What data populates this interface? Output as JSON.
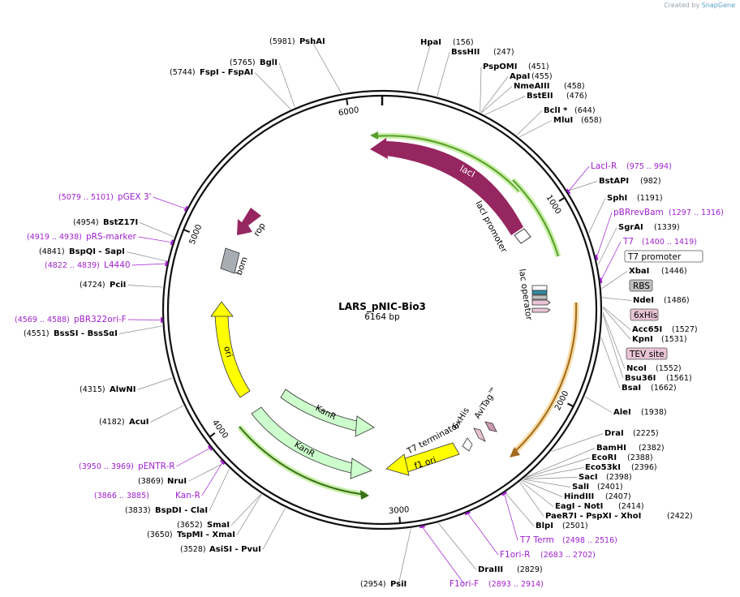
{
  "credit": {
    "prefix": "Created by",
    "brand": "SnapGene"
  },
  "plasmid": {
    "name": "LARS_pNIC-Bio3",
    "size": "6164 bp",
    "length": 6164
  },
  "ticks": [
    {
      "bp": 1000,
      "label": "1000"
    },
    {
      "bp": 2000,
      "label": "2000"
    },
    {
      "bp": 3000,
      "label": "3000"
    },
    {
      "bp": 4000,
      "label": "4000"
    },
    {
      "bp": 5000,
      "label": "5000"
    },
    {
      "bp": 6000,
      "label": "6000"
    }
  ],
  "enzymes": [
    {
      "name": "HpaI",
      "pos": "(156)",
      "bp": 156
    },
    {
      "name": "BssHII",
      "pos": "(247)",
      "bp": 247
    },
    {
      "name": "PspOMI",
      "pos": "(451)",
      "bp": 451
    },
    {
      "name": "ApaI",
      "pos": "(455)",
      "bp": 455
    },
    {
      "name": "NmeAIII",
      "pos": "(458)",
      "bp": 458
    },
    {
      "name": "BstEII",
      "pos": "(476)",
      "bp": 476
    },
    {
      "name": "BclI *",
      "pos": "(644)",
      "bp": 644
    },
    {
      "name": "MluI",
      "pos": "(658)",
      "bp": 658
    },
    {
      "name": "BstAPI",
      "pos": "(982)",
      "bp": 982
    },
    {
      "name": "SphI",
      "pos": "(1191)",
      "bp": 1191
    },
    {
      "name": "SgrAI",
      "pos": "(1339)",
      "bp": 1339
    },
    {
      "name": "XbaI",
      "pos": "(1446)",
      "bp": 1446
    },
    {
      "name": "NdeI",
      "pos": "(1486)",
      "bp": 1486
    },
    {
      "name": "Acc65I",
      "pos": "(1527)",
      "bp": 1527
    },
    {
      "name": "KpnI",
      "pos": "(1531)",
      "bp": 1531
    },
    {
      "name": "NcoI",
      "pos": "(1552)",
      "bp": 1552
    },
    {
      "name": "Bsu36I",
      "pos": "(1561)",
      "bp": 1561
    },
    {
      "name": "BsaI",
      "pos": "(1662)",
      "bp": 1662
    },
    {
      "name": "AleI",
      "pos": "(1938)",
      "bp": 1938
    },
    {
      "name": "DraI",
      "pos": "(2225)",
      "bp": 2225
    },
    {
      "name": "BamHI",
      "pos": "(2382)",
      "bp": 2382
    },
    {
      "name": "EcoRI",
      "pos": "(2388)",
      "bp": 2388
    },
    {
      "name": "Eco53kI",
      "pos": "(2396)",
      "bp": 2396
    },
    {
      "name": "SacI",
      "pos": "(2398)",
      "bp": 2398
    },
    {
      "name": "SalI",
      "pos": "(2401)",
      "bp": 2401
    },
    {
      "name": "HindIII",
      "pos": "(2407)",
      "bp": 2407
    },
    {
      "name": "EagI  -  NotI",
      "pos": "(2414)",
      "bp": 2414
    },
    {
      "name": "PaeR7I  -  PspXI  -  XhoI",
      "pos": "(2422)",
      "bp": 2422
    },
    {
      "name": "BlpI",
      "pos": "(2501)",
      "bp": 2501
    },
    {
      "name": "DraIII",
      "pos": "(2829)",
      "bp": 2829
    },
    {
      "name": "PsiI",
      "pos": "(2954)",
      "bp": 2954
    },
    {
      "name": "AsiSI  -  PvuI",
      "pos": "(3528)",
      "bp": 3528
    },
    {
      "name": "TspMI  -  XmaI",
      "pos": "(3650)",
      "bp": 3650
    },
    {
      "name": "SmaI",
      "pos": "(3652)",
      "bp": 3652
    },
    {
      "name": "BspDI  -  ClaI",
      "pos": "(3833)",
      "bp": 3833
    },
    {
      "name": "NruI",
      "pos": "(3869)",
      "bp": 3869
    },
    {
      "name": "AcuI",
      "pos": "(4182)",
      "bp": 4182
    },
    {
      "name": "AlwNI",
      "pos": "(4315)",
      "bp": 4315
    },
    {
      "name": "BssSI  -  BssSαI",
      "pos": "(4551)",
      "bp": 4551
    },
    {
      "name": "PciI",
      "pos": "(4724)",
      "bp": 4724
    },
    {
      "name": "BspQI  -  SapI",
      "pos": "(4841)",
      "bp": 4841
    },
    {
      "name": "BstZ17I",
      "pos": "(4954)",
      "bp": 4954
    },
    {
      "name": "FspI  -  FspAI",
      "pos": "(5744)",
      "bp": 5744
    },
    {
      "name": "BglI",
      "pos": "(5765)",
      "bp": 5765
    },
    {
      "name": "PshAI",
      "pos": "(5981)",
      "bp": 5981
    }
  ],
  "primers": [
    {
      "name": "LacI-R",
      "range": "(975 .. 994)",
      "bp": 985
    },
    {
      "name": "pBRrevBam",
      "range": "(1297 .. 1316)",
      "bp": 1306
    },
    {
      "name": "T7",
      "range": "(1400 .. 1419)",
      "bp": 1410
    },
    {
      "name": "T7 Term",
      "range": "(2498 .. 2516)",
      "bp": 2507
    },
    {
      "name": "F1ori-R",
      "range": "(2683 .. 2702)",
      "bp": 2692
    },
    {
      "name": "F1ori-F",
      "range": "(2893 .. 2914)",
      "bp": 2903
    },
    {
      "name": "Kan-R",
      "range": "(3866 .. 3885)",
      "bp": 3875
    },
    {
      "name": "pENTR-R",
      "range": "(3950 .. 3969)",
      "bp": 3959
    },
    {
      "name": "pBR322ori-F",
      "range": "(4569 .. 4588)",
      "bp": 4578
    },
    {
      "name": "L4440",
      "range": "(4822 .. 4839)",
      "bp": 4830
    },
    {
      "name": "pRS-marker",
      "range": "(4919 .. 4938)",
      "bp": 4928
    },
    {
      "name": "pGEX 3'",
      "range": "(5079 .. 5101)",
      "bp": 5090
    }
  ],
  "boxed_features": [
    {
      "name": "T7 promoter",
      "color": "#ffffff"
    },
    {
      "name": "RBS",
      "color": "#c0c0c0"
    },
    {
      "name": "6xHis",
      "color": "#e8c4d4"
    },
    {
      "name": "TEV site",
      "color": "#e8c4d4"
    }
  ],
  "features": {
    "lacI": "lacI",
    "lacI_promoter": "lacI promoter",
    "lac_operator": "lac operator",
    "rop": "rop",
    "bom": "bom",
    "ori": "ori",
    "KanR": "KanR",
    "KanR_2": "KanR",
    "f1_ori": "f1 ori",
    "T7_terminator": "T7 terminator",
    "his6": "6xHis",
    "avitag": "AviTag™"
  },
  "colors": {
    "lacI": "#962660",
    "rop": "#962660",
    "bom": "#a8adb4",
    "ori": "#ffff00",
    "f1ori": "#ffff00",
    "KanR": "#ccffcc",
    "primer": "#a020d0",
    "green_arc": "#6bbf3c",
    "orange_arc": "#e8a33a"
  }
}
